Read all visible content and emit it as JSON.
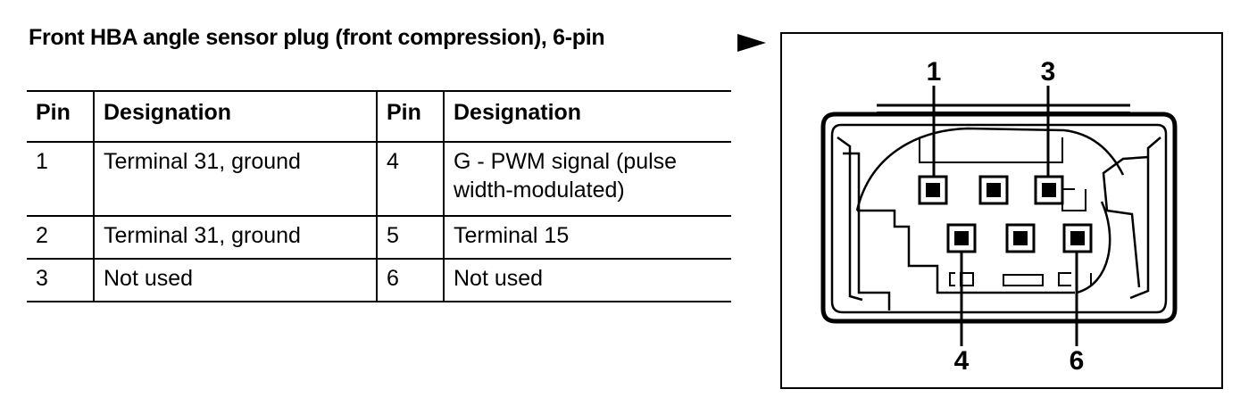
{
  "title": "Front HBA angle sensor plug (front compression), 6-pin",
  "table": {
    "headers": [
      "Pin",
      "Designation",
      "Pin",
      "Designation"
    ],
    "rows": [
      {
        "pin_a": "1",
        "des_a": "Terminal 31, ground",
        "pin_b": "4",
        "des_b_line1": "G - PWM signal (pulse",
        "des_b_line2": "width-modulated)"
      },
      {
        "pin_a": "2",
        "des_a": "Terminal 31, ground",
        "pin_b": "5",
        "des_b_line1": "Terminal 15",
        "des_b_line2": ""
      },
      {
        "pin_a": "3",
        "des_a": "Not used",
        "pin_b": "6",
        "des_b_line1": "Not used",
        "des_b_line2": ""
      }
    ]
  },
  "diagram": {
    "pin_labels": {
      "top_left": "1",
      "top_right": "3",
      "bottom_left": "4",
      "bottom_right": "6"
    }
  },
  "colors": {
    "ink": "#000000",
    "background": "#ffffff"
  }
}
